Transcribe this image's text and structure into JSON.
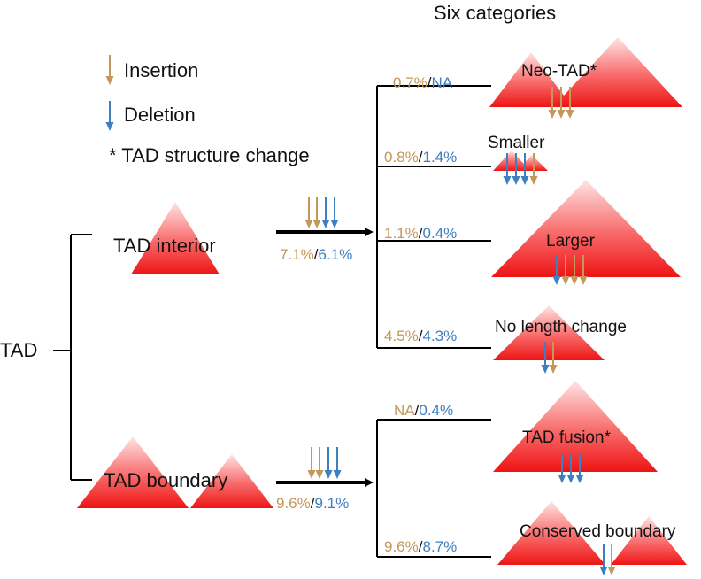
{
  "header": {
    "title": "Six categories"
  },
  "legend": {
    "insertion": "Insertion",
    "deletion": "Deletion",
    "structure_change": "* TAD structure change"
  },
  "colors": {
    "insertion": "#c4975a",
    "deletion": "#3d7fbf",
    "triangle_top": "#ffdede",
    "triangle_base": "#ee1b1b",
    "line": "#000000"
  },
  "root": {
    "label": "TAD"
  },
  "groups": {
    "interior": {
      "label": "TAD interior",
      "ins": "7.1%",
      "sep": "/",
      "del": "6.1%"
    },
    "boundary": {
      "label": "TAD boundary",
      "ins": "9.6%",
      "sep": "/",
      "del": "9.1%"
    }
  },
  "categories": [
    {
      "label": "Neo-TAD*",
      "ins": "0.7%",
      "sep": "/",
      "del": "NA"
    },
    {
      "label": "Smaller",
      "ins": "0.8%",
      "sep": "/",
      "del": "1.4%"
    },
    {
      "label": "Larger",
      "ins": "1.1%",
      "sep": "/",
      "del": "0.4%"
    },
    {
      "label": "No length change",
      "ins": "4.5%",
      "sep": "/",
      "del": "4.3%"
    },
    {
      "label": "TAD fusion*",
      "ins": "NA",
      "sep": "/",
      "del": "0.4%"
    },
    {
      "label": "Conserved boundary",
      "ins": "9.6%",
      "sep": "/",
      "del": "8.7%"
    }
  ]
}
